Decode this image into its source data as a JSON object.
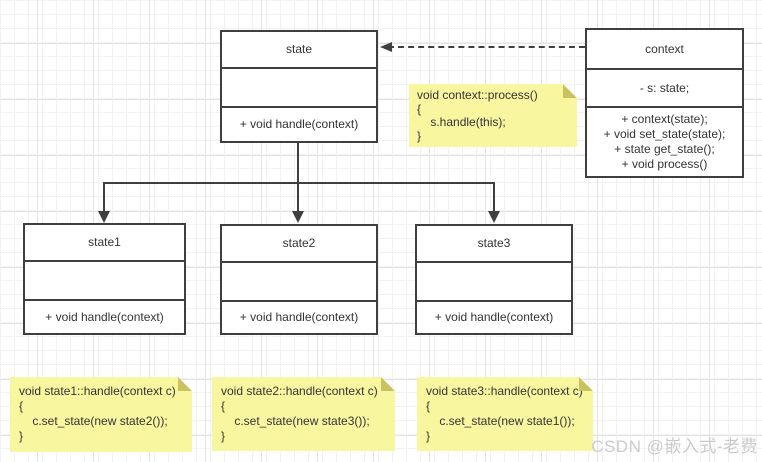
{
  "classes": {
    "state": {
      "name": "state",
      "attributes": "",
      "methods": [
        "+ void handle(context)"
      ]
    },
    "context": {
      "name": "context",
      "attributes": "- s: state;",
      "methods": [
        "+ context(state);",
        "+ void set_state(state);",
        "+ state get_state();",
        "+ void process()"
      ]
    },
    "state1": {
      "name": "state1",
      "attributes": "",
      "methods": [
        "+ void handle(context)"
      ]
    },
    "state2": {
      "name": "state2",
      "attributes": "",
      "methods": [
        "+ void handle(context)"
      ]
    },
    "state3": {
      "name": "state3",
      "attributes": "",
      "methods": [
        "+ void handle(context)"
      ]
    }
  },
  "notes": {
    "context_process": {
      "text": "void context::process()\n{\n    s.handle(this);\n}"
    },
    "state1_handle": {
      "text": "void state1::handle(context c)\n{\n    c.set_state(new state2());\n}"
    },
    "state2_handle": {
      "text": "void state2::handle(context c)\n{\n    c.set_state(new state3());\n}"
    },
    "state3_handle": {
      "text": "void state3::handle(context c)\n{\n    c.set_state(new state1());\n}"
    }
  },
  "watermark": "CSDN @嵌入式-老费",
  "icons": {
    "dashed_arrow": "arrowhead-left-icon",
    "inheritance_arrows": "arrowhead-down-icon",
    "note_fold": "note-fold-icon"
  },
  "colors": {
    "line": "#3f3f3f",
    "box_fill": "#ffffff",
    "text": "#333333",
    "note_fill": "#f9f6a0",
    "note_fold": "#c9c25f",
    "watermark": "#cbcbcb",
    "grid_minor": "#f2f2f2",
    "grid_major": "#e4e4e4"
  }
}
